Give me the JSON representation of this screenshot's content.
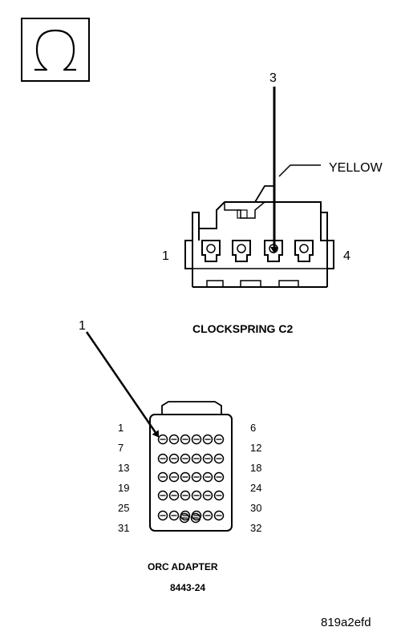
{
  "meter_symbol": {
    "icon": "ohm-icon"
  },
  "clockspring": {
    "probe_callout": "3",
    "wire_color_label": "YELLOW",
    "pin_left_label": "1",
    "pin_right_label": "4",
    "title": "CLOCKSPRING C2"
  },
  "orc_adapter": {
    "probe_callout": "1",
    "row_labels_left": [
      "1",
      "7",
      "13",
      "19",
      "25",
      "31"
    ],
    "row_labels_right": [
      "6",
      "12",
      "18",
      "24",
      "30",
      "32"
    ],
    "title": "ORC ADAPTER",
    "part_number": "8443-24"
  },
  "figure_id": "819a2efd"
}
